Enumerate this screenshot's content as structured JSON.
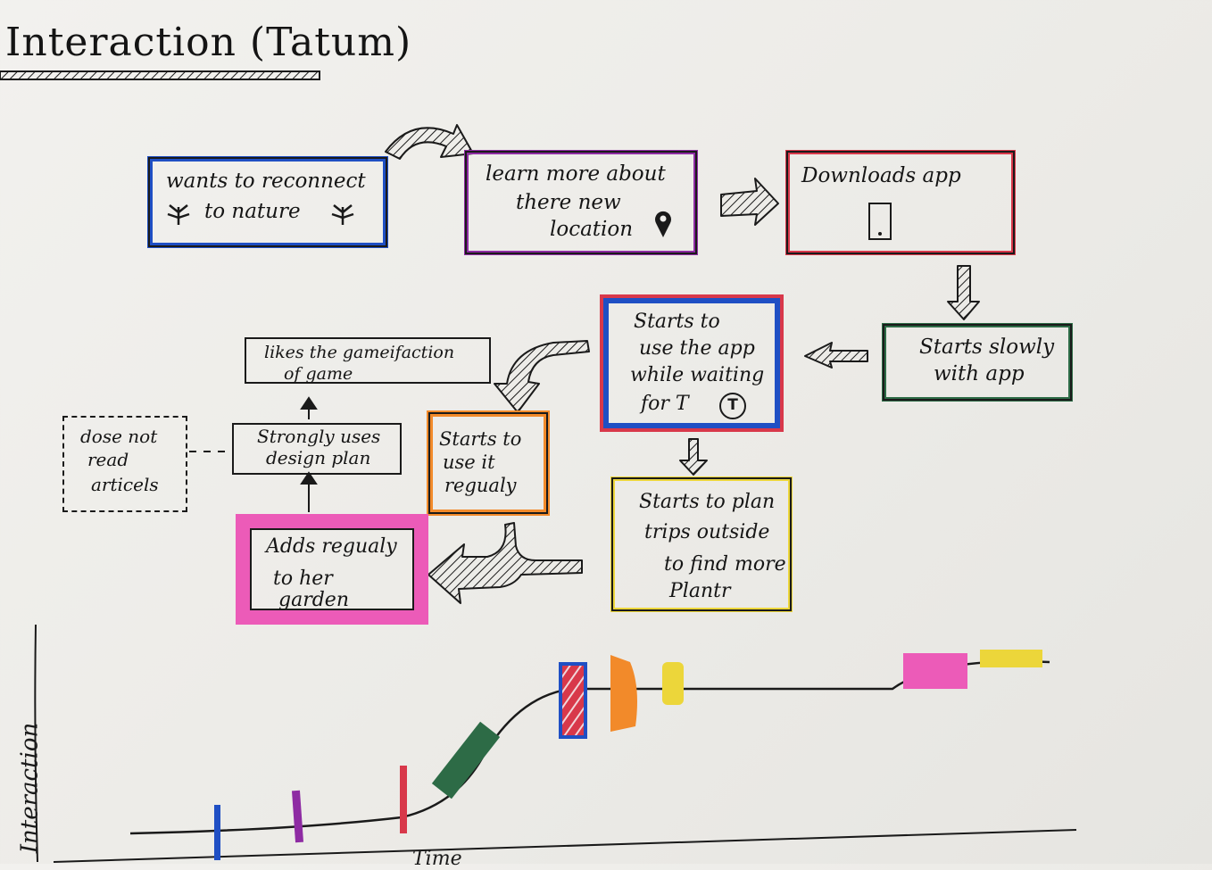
{
  "title": "Interaction (Tatum)",
  "steps": {
    "reconnect": [
      "wants to reconnect",
      "to nature"
    ],
    "learn": [
      "learn more about",
      "there new",
      "location"
    ],
    "download": [
      "Downloads app"
    ],
    "slowly": [
      "Starts slowly",
      "with app"
    ],
    "waiting": [
      "Starts to",
      "use the app",
      "while waiting",
      "for T"
    ],
    "regularly": [
      "Starts to",
      "use it",
      "regualy"
    ],
    "plan_trips": [
      "Starts to plan",
      "trips outside",
      "to find more",
      "Plantr"
    ],
    "garden": [
      "Adds regualy",
      "to her",
      "garden"
    ],
    "design_plan": [
      "Strongly uses",
      "design plan"
    ],
    "gamification": [
      "likes the gameifaction",
      "of game"
    ],
    "no_articles": [
      "dose not",
      "read",
      "articels"
    ]
  },
  "t_badge": "T",
  "graph": {
    "ylabel": "Interaction",
    "xlabel": "Time"
  },
  "colors": {
    "blue": "#1f4fc4",
    "purple": "#8e2ba3",
    "red": "#d8384a",
    "green": "#2d6b46",
    "orange": "#f28a2a",
    "yellow": "#ecd63a",
    "pink": "#ec5bb8",
    "ink": "#1a1a1a"
  }
}
